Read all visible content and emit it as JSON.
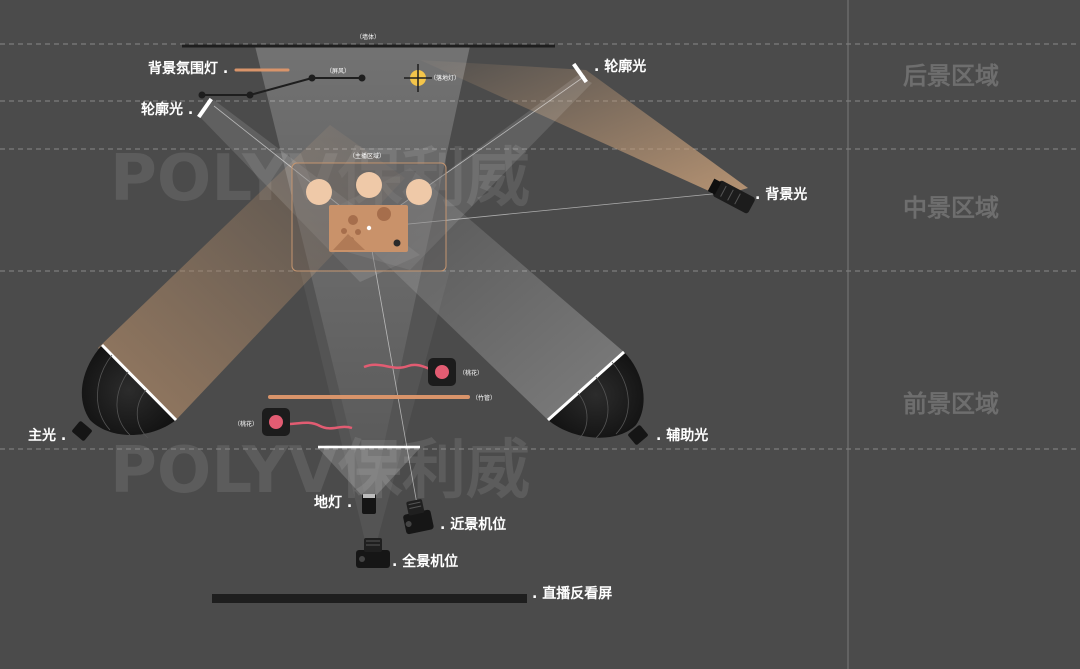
{
  "colors": {
    "background": "#4b4b4b",
    "zone_text": "#6e6e6e",
    "warm_beam": "#c9a07a",
    "peach_bar": "#d9946a",
    "flower_pink": "#e25c72",
    "bulb_yellow": "#f4c54a"
  },
  "watermark": {
    "text": "POLYV保利威",
    "logo_name": "polyv-logo"
  },
  "zones": {
    "back": "后景区域",
    "middle": "中景区域",
    "front": "前景区域"
  },
  "labels": {
    "wall": "（墙体）",
    "bg_ambient_light": "背景氛围灯 .",
    "screen_partition": "（屏风）",
    "floor_lamp": "（落地灯）",
    "rim_light_right": ". 轮廓光",
    "rim_light_left": "轮廓光 .",
    "host_area": "（主播区域）",
    "back_light": ". 背景光",
    "peach_blossom_1": "（桃花）",
    "bamboo": "（竹管）",
    "peach_blossom_2": "（桃花）",
    "key_light": "主光 .",
    "fill_light": ". 辅助光",
    "floor_light": "地灯 .",
    "closeup_camera": ". 近景机位",
    "wide_camera": ". 全景机位",
    "monitor_screen": ". 直播反看屏"
  }
}
